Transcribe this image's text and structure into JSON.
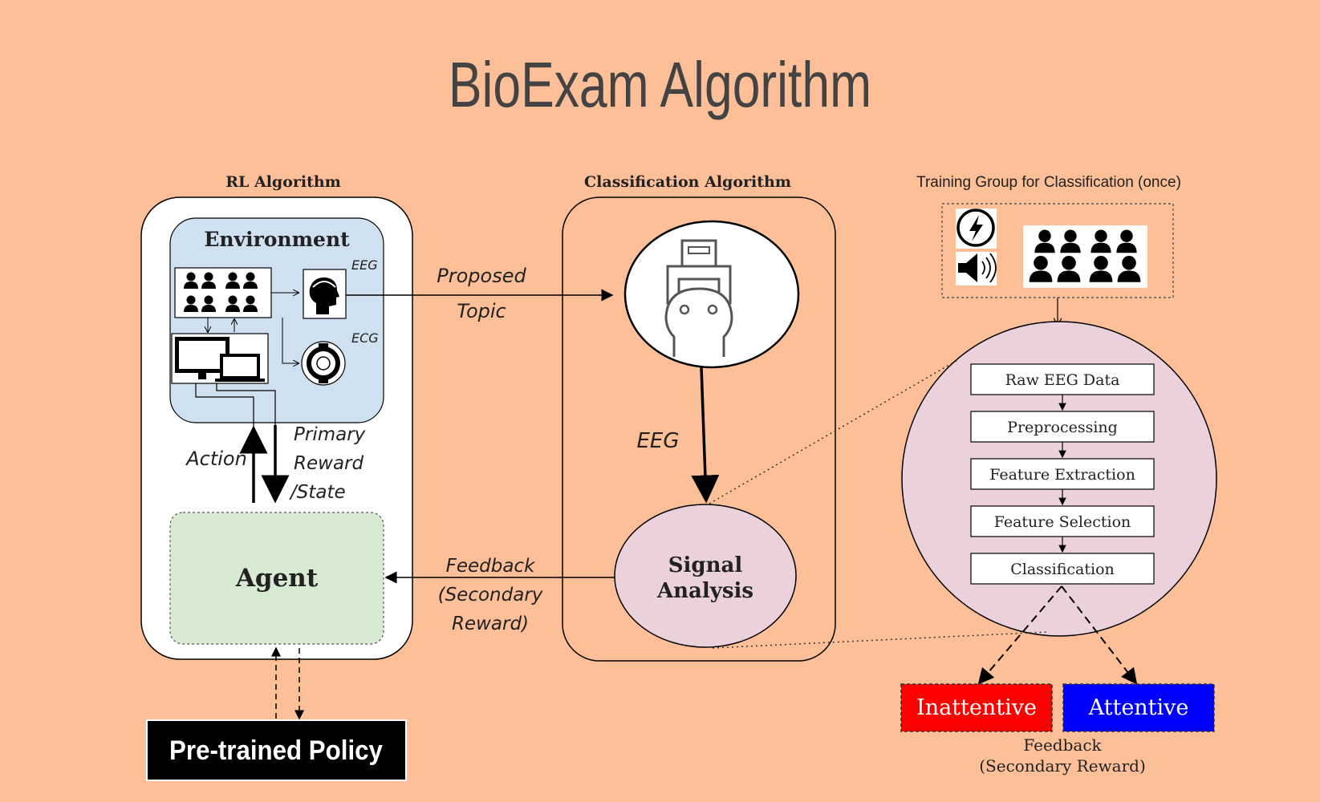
{
  "title": "BioExam Algorithm",
  "sections": {
    "rl": "RL Algorithm",
    "classification": "Classification  Algorithm",
    "training": "Training Group for Classification (once)"
  },
  "environment": {
    "label": "Environment",
    "eeg": "EEG",
    "ecg": "ECG"
  },
  "agent": "Agent",
  "policy": "Pre-trained Policy",
  "edges": {
    "proposed1": "Proposed",
    "proposed2": "Topic",
    "action": "Action",
    "primary1": "Primary",
    "primary2": "Reward",
    "primary3": "/State",
    "eeg": "EEG",
    "feedback1": "Feedback",
    "feedback2": "(Secondary",
    "feedback3": "Reward)"
  },
  "signal": {
    "line1": "Signal",
    "line2": "Analysis"
  },
  "pipeline": [
    "Raw EEG Data",
    "Preprocessing",
    "Feature Extraction",
    "Feature Selection",
    "Classification"
  ],
  "outcomes": {
    "inattentive": "Inattentive",
    "attentive": "Attentive",
    "inattentive_color": "#ff0000",
    "attentive_color": "#0000ff"
  },
  "bottom_feedback": {
    "line1": "Feedback",
    "line2": "(Secondary Reward)"
  },
  "colors": {
    "background": "#fcbf98",
    "environment": "#cfe0f0",
    "agent": "#d9ead3",
    "circle": "#ead1dc"
  }
}
